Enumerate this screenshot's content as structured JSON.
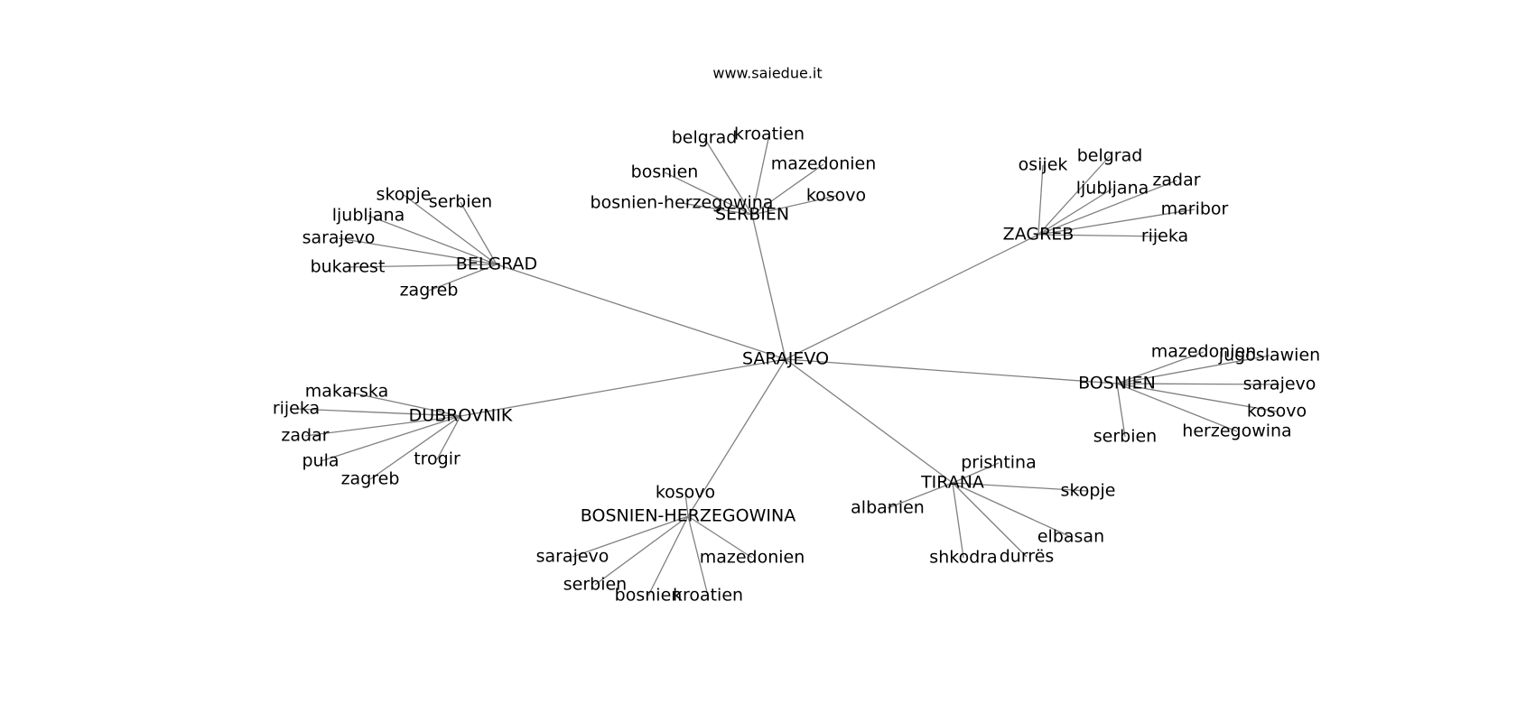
{
  "title": "www.saiedue.it",
  "colors": {
    "edge": "#808080",
    "text": "#000000",
    "background": "#ffffff"
  },
  "root": "SARAJEVO",
  "hubs": [
    {
      "id": "belgrad",
      "label": "BELGRAD",
      "leaves": [
        "skopje",
        "serbien",
        "ljubljana",
        "sarajevo",
        "bukarest",
        "zagreb"
      ]
    },
    {
      "id": "serbien",
      "label": "SERBIEN",
      "leaves": [
        "belgrad",
        "kroatien",
        "bosnien",
        "mazedonien",
        "bosnien-herzegowina",
        "kosovo"
      ]
    },
    {
      "id": "zagreb",
      "label": "ZAGREB",
      "leaves": [
        "osijek",
        "belgrad",
        "ljubljana",
        "zadar",
        "maribor",
        "rijeka"
      ]
    },
    {
      "id": "bosnien",
      "label": "BOSNIEN",
      "leaves": [
        "mazedonien",
        "jugoslawien",
        "sarajevo",
        "kosovo",
        "herzegowina",
        "serbien"
      ]
    },
    {
      "id": "tirana",
      "label": "TIRANA",
      "leaves": [
        "prishtina",
        "skopje",
        "albanien",
        "elbasan",
        "shkodra",
        "durrës"
      ]
    },
    {
      "id": "bosnien-herzegowina",
      "label": "BOSNIEN-HERZEGOWINA",
      "leaves": [
        "kosovo",
        "sarajevo",
        "mazedonien",
        "serbien",
        "bosnien",
        "kroatien"
      ]
    },
    {
      "id": "dubrovnik",
      "label": "DUBROVNIK",
      "leaves": [
        "makarska",
        "rijeka",
        "zadar",
        "pula",
        "trogir",
        "zagreb"
      ]
    }
  ]
}
